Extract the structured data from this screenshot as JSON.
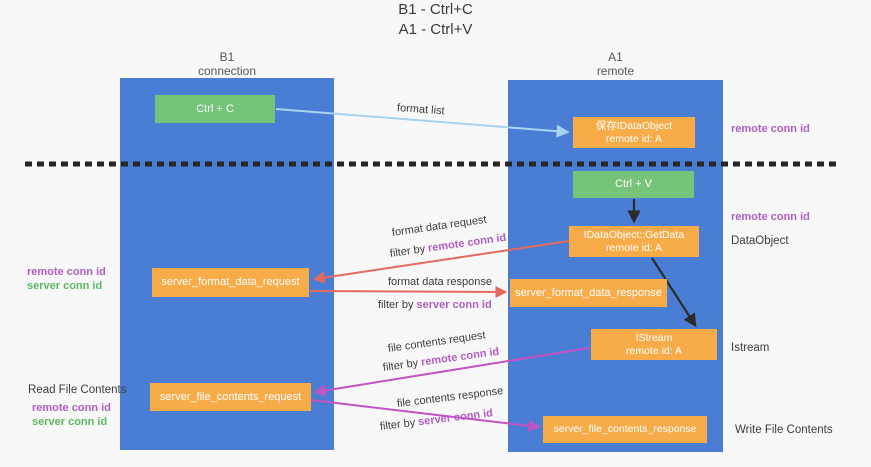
{
  "title": {
    "line1": "B1 - Ctrl+C",
    "line2": "A1 - Ctrl+V"
  },
  "lanes": {
    "left": {
      "name": "B1",
      "role": "connection"
    },
    "right": {
      "name": "A1",
      "role": "remote"
    }
  },
  "nodes": {
    "ctrl_c": {
      "label": "Ctrl + C"
    },
    "save_dataobject": {
      "line1": "保存IDataObject",
      "line2": "remote id: A"
    },
    "ctrl_v": {
      "label": "Ctrl + V"
    },
    "getdata": {
      "line1": "IDataObject::GetData",
      "line2": "remote id: A"
    },
    "format_request": {
      "label": "server_format_data_request"
    },
    "format_response": {
      "label": "server_format_data_response"
    },
    "istream": {
      "line1": "IStream",
      "line2": "remote id: A"
    },
    "file_request": {
      "label": "server_file_contents_request"
    },
    "file_response": {
      "label": "server_file_contents_response"
    }
  },
  "arrow_labels": {
    "format_list": "format list",
    "format_data_request": "format data request",
    "format_data_response": "format data response",
    "file_contents_request": "file contents request",
    "file_contents_response": "file contents response",
    "filter_by": "filter by",
    "remote_conn_id": "remote conn id",
    "server_conn_id": "server conn id"
  },
  "side_labels": {
    "remote_conn_id_top": "remote conn id",
    "remote_conn_id_mid": "remote conn id",
    "dataobject": "DataObject",
    "istream": "Istream",
    "write_file_contents": "Write File Contents",
    "read_file_contents": "Read File Contents",
    "left_mid_remote": "remote conn id",
    "left_mid_server": "server conn id",
    "left_bottom_remote": "remote conn id",
    "left_bottom_server": "server conn id"
  },
  "colors": {
    "lane_blue": "#4a7ed5",
    "node_orange": "#f8ac49",
    "node_green": "#76c37a",
    "purple_label": "#b05ec3",
    "green_label": "#5cb865",
    "red_arrow": "#e5695f",
    "magenta_arrow": "#c353c3",
    "light_blue_arrow": "#a8d3f2",
    "black_arrow": "#2b2b2b",
    "dashed_divider": "#262626",
    "background": "#f8f8f8"
  }
}
